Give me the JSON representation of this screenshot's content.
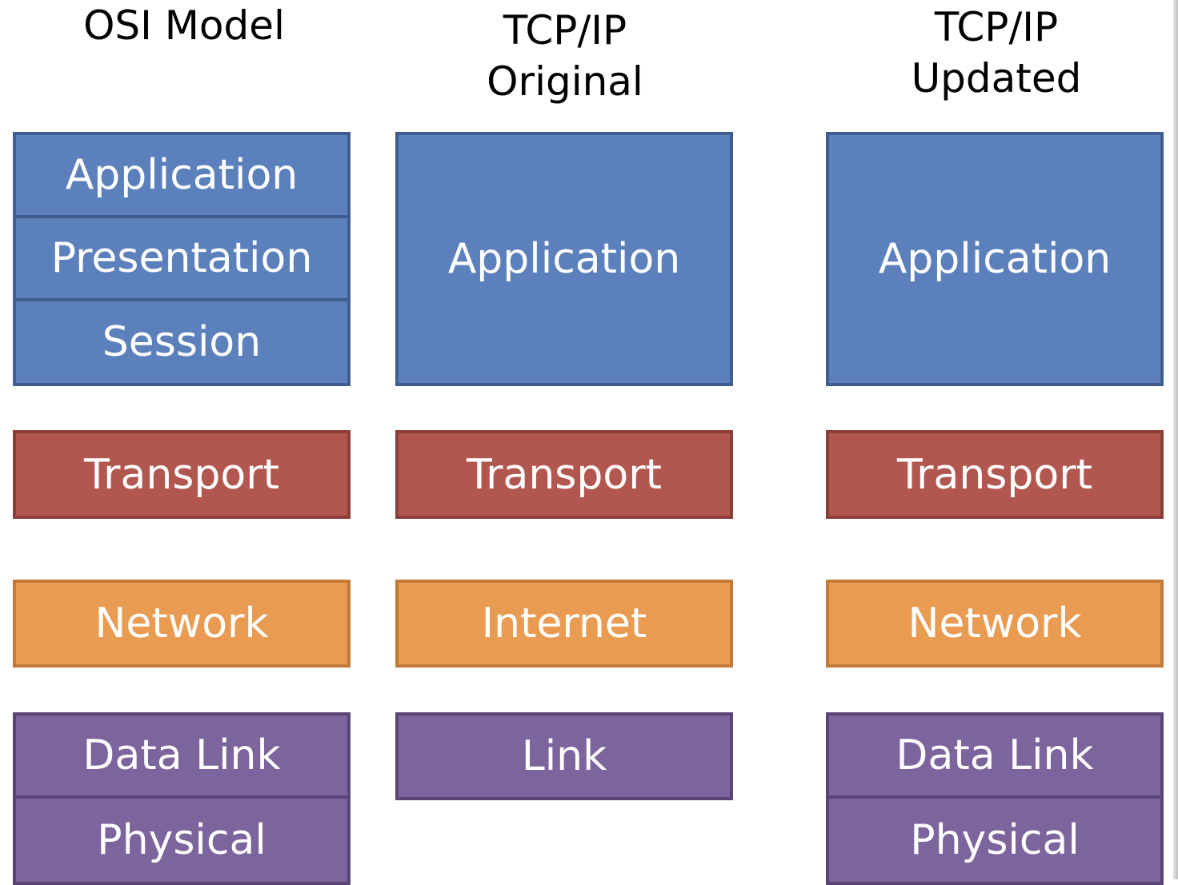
{
  "columns": [
    {
      "heading": [
        "OSI Model"
      ],
      "layers": [
        "Application",
        "Presentation",
        "Session",
        "Transport",
        "Network",
        "Data Link",
        "Physical"
      ]
    },
    {
      "heading": [
        "TCP/IP",
        "Original"
      ],
      "layers": [
        "Application",
        "Transport",
        "Internet",
        "Link"
      ]
    },
    {
      "heading": [
        "TCP/IP",
        "Updated"
      ],
      "layers": [
        "Application",
        "Transport",
        "Network",
        "Data Link",
        "Physical"
      ]
    }
  ],
  "colors": {
    "application_group": "#5b80bb",
    "transport_group": "#b2574f",
    "network_group": "#e99b51",
    "link_group": "#7c649c"
  }
}
